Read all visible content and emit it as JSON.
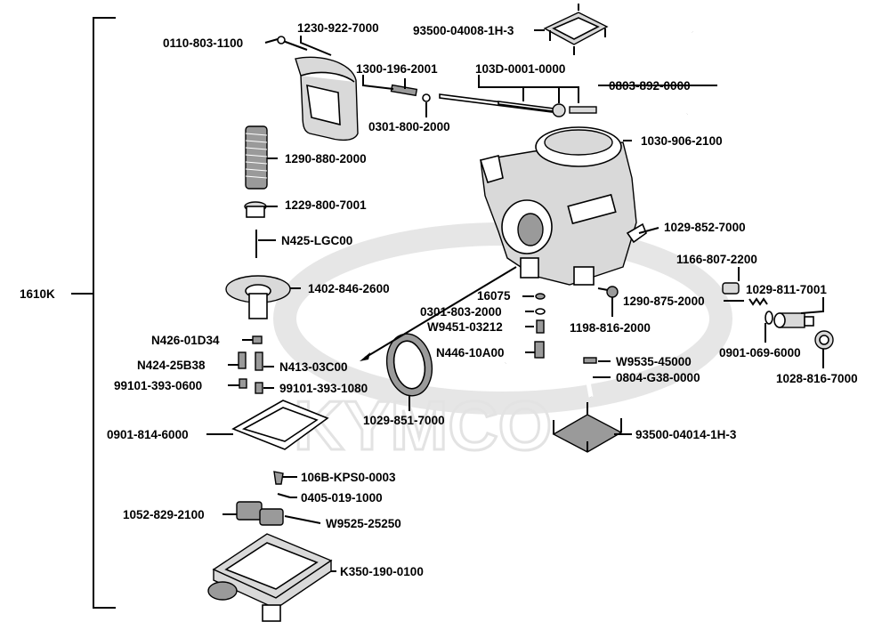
{
  "diagram": {
    "group_label": "1610K",
    "watermark_text": "KYMCO",
    "parts": [
      {
        "id": "p0110",
        "label": "0110-803-1100"
      },
      {
        "id": "p1230",
        "label": "1230-922-7000"
      },
      {
        "id": "p93500a",
        "label": "93500-04008-1H-3"
      },
      {
        "id": "p1300",
        "label": "1300-196-2001"
      },
      {
        "id": "p103d",
        "label": "103D-0001-0000"
      },
      {
        "id": "p0803",
        "label": "0803-892-0000"
      },
      {
        "id": "p0301a",
        "label": "0301-800-2000"
      },
      {
        "id": "p1030",
        "label": "1030-906-2100"
      },
      {
        "id": "p1290a",
        "label": "1290-880-2000"
      },
      {
        "id": "p1229",
        "label": "1229-800-7001"
      },
      {
        "id": "p1029a",
        "label": "1029-852-7000"
      },
      {
        "id": "pn425",
        "label": "N425-LGC00"
      },
      {
        "id": "p1166",
        "label": "1166-807-2200"
      },
      {
        "id": "p1402",
        "label": "1402-846-2600"
      },
      {
        "id": "p16075",
        "label": "16075"
      },
      {
        "id": "p1290b",
        "label": "1290-875-2000"
      },
      {
        "id": "p1029b",
        "label": "1029-811-7001"
      },
      {
        "id": "p0301b",
        "label": "0301-803-2000"
      },
      {
        "id": "pw9451",
        "label": "W9451-03212"
      },
      {
        "id": "p1198",
        "label": "1198-816-2000"
      },
      {
        "id": "pn426",
        "label": "N426-01D34"
      },
      {
        "id": "pn446",
        "label": "N446-10A00"
      },
      {
        "id": "p0901a",
        "label": "0901-069-6000"
      },
      {
        "id": "pn424",
        "label": "N424-25B38"
      },
      {
        "id": "pn413",
        "label": "N413-03C00"
      },
      {
        "id": "pw9535",
        "label": "W9535-45000"
      },
      {
        "id": "p1028",
        "label": "1028-816-7000"
      },
      {
        "id": "p99101a",
        "label": "99101-393-0600"
      },
      {
        "id": "p99101b",
        "label": "99101-393-1080"
      },
      {
        "id": "p0804",
        "label": "0804-G38-0000"
      },
      {
        "id": "p1029c",
        "label": "1029-851-7000"
      },
      {
        "id": "p0901b",
        "label": "0901-814-6000"
      },
      {
        "id": "p93500b",
        "label": "93500-04014-1H-3"
      },
      {
        "id": "p106b",
        "label": "106B-KPS0-0003"
      },
      {
        "id": "p0405",
        "label": "0405-019-1000"
      },
      {
        "id": "p1052",
        "label": "1052-829-2100"
      },
      {
        "id": "pw9525",
        "label": "W9525-25250"
      },
      {
        "id": "pk350",
        "label": "K350-190-0100"
      }
    ]
  }
}
